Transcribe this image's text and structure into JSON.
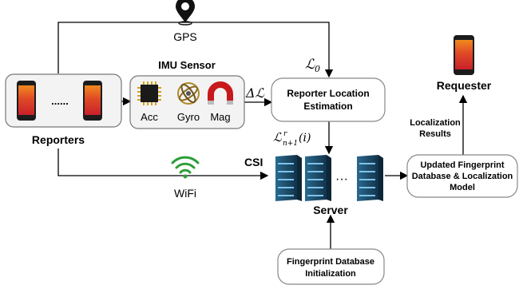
{
  "gps": {
    "label": "GPS",
    "icon": "map-pin-icon"
  },
  "imu": {
    "title": "IMU Sensor",
    "acc": "Acc",
    "gyro": "Gyro",
    "mag": "Mag"
  },
  "reporters": {
    "label": "Reporters",
    "dots": "......"
  },
  "reporter_location": {
    "line1": "Reporter Location",
    "line2": "Estimation"
  },
  "math": {
    "l0_main": "ℒ",
    "l0_sub": "0",
    "delta_l": "Δℒ",
    "lr_main": "ℒ",
    "lr_sup": "r",
    "lr_sub": "n+1",
    "lr_arg": "(i)"
  },
  "wifi": {
    "label": "WiFi",
    "icon": "wifi-icon"
  },
  "csi": {
    "label": "CSI"
  },
  "server": {
    "label": "Server",
    "dots": "···"
  },
  "fingerprint_init": {
    "line1": "Fingerprint Database",
    "line2": "Initialization"
  },
  "updated_model": {
    "line1": "Updated Fingerprint",
    "line2": "Database & Localization",
    "line3": "Model"
  },
  "localization_results": {
    "line1": "Localization",
    "line2": "Results"
  },
  "requester": {
    "label": "Requester"
  },
  "colors": {
    "phone_red": "#d9312b",
    "phone_orange": "#f08a1e",
    "wifi_green": "#2e9e3a",
    "server_blue": "#1f4e6e",
    "mag_red": "#c8191c"
  }
}
